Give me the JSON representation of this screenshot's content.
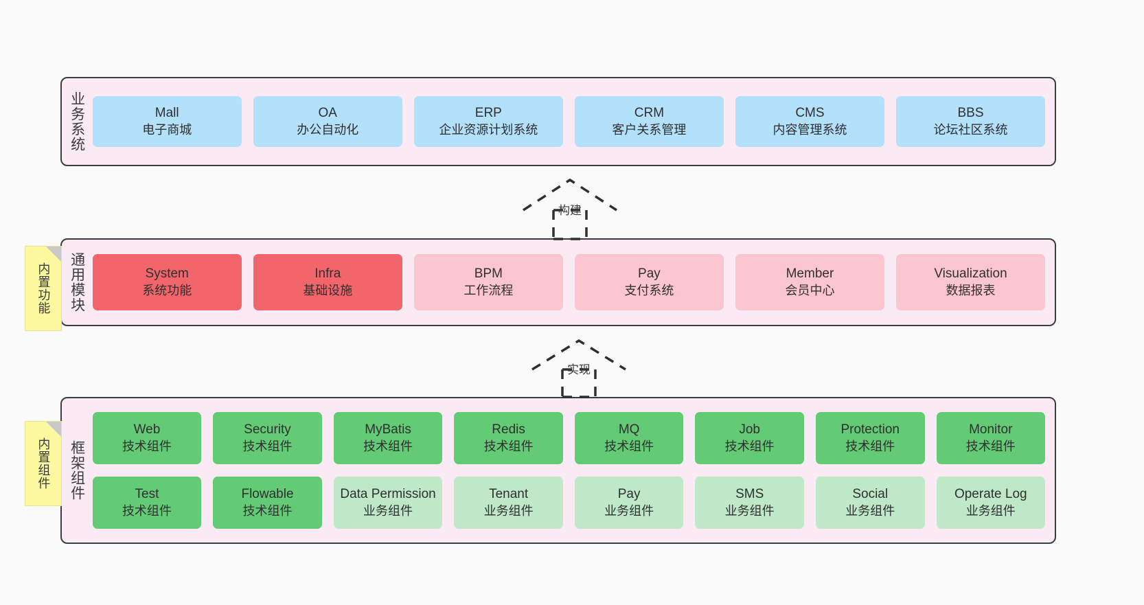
{
  "diagram": {
    "background": "#fafafa",
    "layer_fill": "#f9eaf3",
    "layer_border": "#3c3c3c",
    "sticky_fill": "#fbf8a0"
  },
  "layers": [
    {
      "id": "business-system",
      "title": "业务系统",
      "accent": "#b3e0fb",
      "sticky": null,
      "rows": [
        {
          "cards": [
            {
              "en": "Mall",
              "cn": "电子商城",
              "style": "blue"
            },
            {
              "en": "OA",
              "cn": "办公自动化",
              "style": "blue"
            },
            {
              "en": "ERP",
              "cn": "企业资源计划系统",
              "style": "blue"
            },
            {
              "en": "CRM",
              "cn": "客户关系管理",
              "style": "blue"
            },
            {
              "en": "CMS",
              "cn": "内容管理系统",
              "style": "blue"
            },
            {
              "en": "BBS",
              "cn": "论坛社区系统",
              "style": "blue"
            }
          ]
        }
      ]
    },
    {
      "id": "common-module",
      "title": "通用模块",
      "accent": "#f2666b",
      "sticky": {
        "text": "内置功能"
      },
      "rows": [
        {
          "cards": [
            {
              "en": "System",
              "cn": "系统功能",
              "style": "red"
            },
            {
              "en": "Infra",
              "cn": "基础设施",
              "style": "red"
            },
            {
              "en": "BPM",
              "cn": "工作流程",
              "style": "pink"
            },
            {
              "en": "Pay",
              "cn": "支付系统",
              "style": "pink"
            },
            {
              "en": "Member",
              "cn": "会员中心",
              "style": "pink"
            },
            {
              "en": "Visualization",
              "cn": "数据报表",
              "style": "pink"
            }
          ]
        }
      ]
    },
    {
      "id": "framework-component",
      "title": "框架组件",
      "accent": "#63ca76",
      "sticky": {
        "text": "内置组件"
      },
      "rows": [
        {
          "cards": [
            {
              "en": "Web",
              "cn": "技术组件",
              "style": "green"
            },
            {
              "en": "Security",
              "cn": "技术组件",
              "style": "green"
            },
            {
              "en": "MyBatis",
              "cn": "技术组件",
              "style": "green"
            },
            {
              "en": "Redis",
              "cn": "技术组件",
              "style": "green"
            },
            {
              "en": "MQ",
              "cn": "技术组件",
              "style": "green"
            },
            {
              "en": "Job",
              "cn": "技术组件",
              "style": "green"
            },
            {
              "en": "Protection",
              "cn": "技术组件",
              "style": "green"
            },
            {
              "en": "Monitor",
              "cn": "技术组件",
              "style": "green"
            }
          ]
        },
        {
          "cards": [
            {
              "en": "Test",
              "cn": "技术组件",
              "style": "green"
            },
            {
              "en": "Flowable",
              "cn": "技术组件",
              "style": "green"
            },
            {
              "en": "Data Permission",
              "cn": "业务组件",
              "style": "lgreen"
            },
            {
              "en": "Tenant",
              "cn": "业务组件",
              "style": "lgreen"
            },
            {
              "en": "Pay",
              "cn": "业务组件",
              "style": "lgreen"
            },
            {
              "en": "SMS",
              "cn": "业务组件",
              "style": "lgreen"
            },
            {
              "en": "Social",
              "cn": "业务组件",
              "style": "lgreen"
            },
            {
              "en": "Operate Log",
              "cn": "业务组件",
              "style": "lgreen"
            }
          ]
        }
      ]
    }
  ],
  "connectors": [
    {
      "id": "build",
      "label": "构建",
      "from": "common-module",
      "to": "business-system"
    },
    {
      "id": "implement",
      "label": "实现",
      "from": "framework-component",
      "to": "common-module"
    }
  ]
}
